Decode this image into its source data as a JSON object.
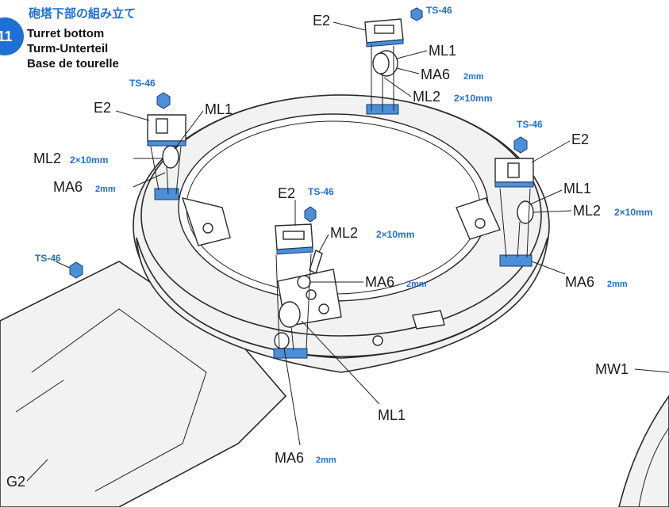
{
  "header": {
    "step_number": "11",
    "title_jp": "砲塔下部の組み立て",
    "title_en": "Turret bottom",
    "title_de": "Turm-Unterteil",
    "title_fr": "Base de tourelle"
  },
  "callouts": {
    "part_e2": "E2",
    "part_ml1": "ML1",
    "part_ml2": "ML2",
    "part_ma6": "MA6",
    "part_g2": "G2",
    "part_mw1": "MW1",
    "size_ml2": "2×10mm",
    "size_ma6": "2mm",
    "paint_ts46": "TS-46"
  },
  "colors": {
    "accent_blue": "#1f6fd6",
    "part_blue": "#4a8fd8"
  },
  "icons": [
    "step-badge-icon",
    "paint-hexagon-icon"
  ]
}
